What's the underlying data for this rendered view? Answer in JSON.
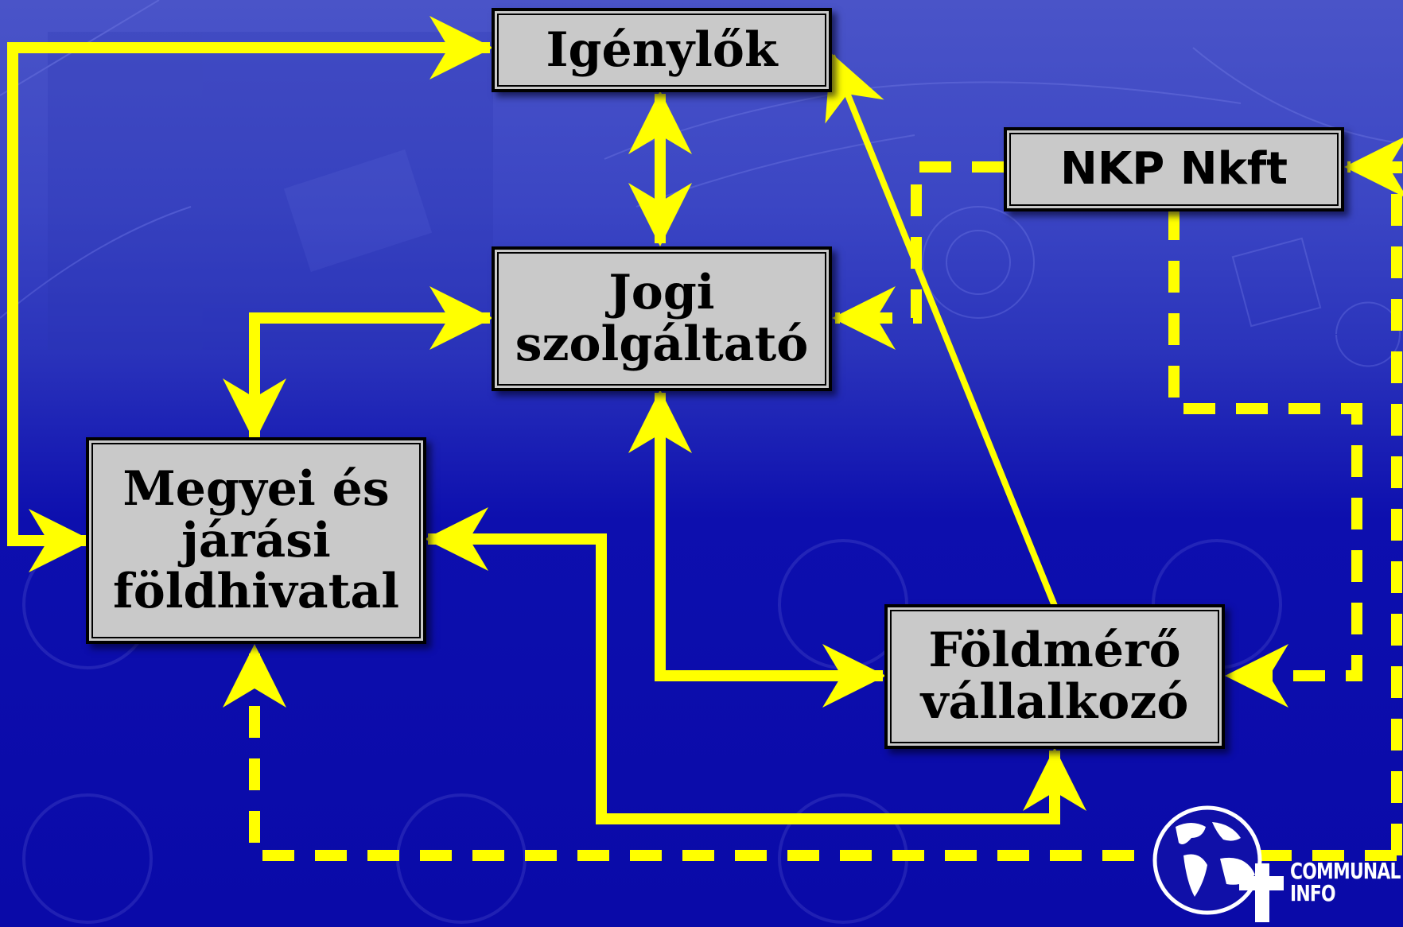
{
  "nodes": {
    "igenylok": "Igénylők",
    "jogi": "Jogi\nszolgáltató",
    "megyei": "Megyei és\njárási\nföldhivatal",
    "foldmero": "Földmérő\nvállalkozó",
    "nkp": "NKP Nkft"
  },
  "logo": {
    "text": "COMMUNAL\nINFO",
    "icon": "globe-icon"
  },
  "colors": {
    "arrow": "#ffff00",
    "box_fill": "#c9c9c9",
    "background": "#0a0aa8"
  }
}
